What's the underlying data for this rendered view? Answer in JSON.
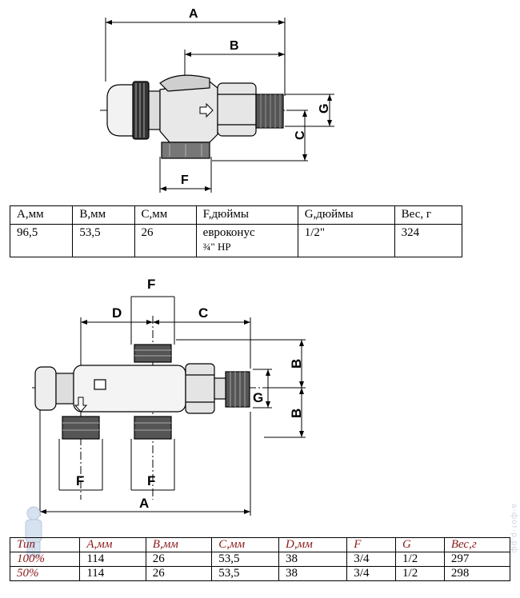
{
  "figure1": {
    "dim_labels": {
      "a": "A",
      "b": "B",
      "c": "C",
      "g": "G",
      "f": "F"
    }
  },
  "table1": {
    "headers": [
      "A,мм",
      "B,мм",
      "C,мм",
      "F,дюймы",
      "G,дюймы",
      "Вес, г"
    ],
    "row": [
      "96,5",
      "53,5",
      "26",
      "евроконус",
      "1/2\"",
      "324"
    ],
    "row_extra": "¾\" НР"
  },
  "figure2": {
    "dim_labels": {
      "f_top": "F",
      "d": "D",
      "c": "C",
      "b_top": "B",
      "b_bottom": "B",
      "g": "G",
      "f_left": "F",
      "f_right": "F",
      "a": "A"
    }
  },
  "table2": {
    "headers": [
      "Тип",
      "A,мм",
      "B,мм",
      "C,мм",
      "D,мм",
      "F",
      "G",
      "Вес,г"
    ],
    "rows": [
      [
        "100%",
        "114",
        "26",
        "53,5",
        "38",
        "3/4",
        "1/2",
        "297"
      ],
      [
        "50%",
        "114",
        "26",
        "53,5",
        "38",
        "3/4",
        "1/2",
        "298"
      ]
    ]
  },
  "watermark": "а-фот-р.рф",
  "colors": {
    "accent": "#8b1a1a",
    "thread": "#555555",
    "line": "#000000"
  }
}
